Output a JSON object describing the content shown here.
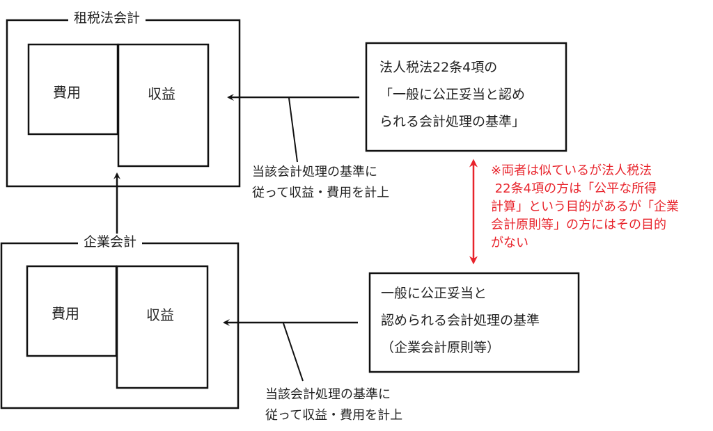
{
  "colors": {
    "line": "#111111",
    "text": "#222222",
    "note": "#e8232b",
    "background": "#ffffff"
  },
  "top_panel": {
    "title": "租税法会計",
    "expense_label": "費用",
    "revenue_label": "収益"
  },
  "bottom_panel": {
    "title": "企業会計",
    "expense_label": "費用",
    "revenue_label": "収益"
  },
  "tax_standard_box": {
    "lines": [
      "法人税法22条4項の",
      "「一般に公正妥当と認め",
      "られる会計処理の基準」"
    ]
  },
  "corporate_standard_box": {
    "lines": [
      "一般に公正妥当と",
      "認められる会計処理の基準",
      "（企業会計原則等）"
    ]
  },
  "top_caption": {
    "lines": [
      "当該会計処理の基準に",
      "従って収益・費用を計上"
    ]
  },
  "bottom_caption": {
    "lines": [
      "当該会計処理の基準に",
      "従って収益・費用を計上"
    ]
  },
  "note": {
    "lines": [
      "※両者は似ているが法人税法",
      " 22条4項の方は「公平な所得",
      "計算」という目的があるが「企業",
      "会計原則等」の方にはその目的",
      "がない"
    ]
  },
  "icons": {
    "top_arrow": "arrow-left-icon",
    "bottom_arrow": "arrow-left-icon",
    "middle_arrow": "arrow-up-icon",
    "comparison_arrow": "double-arrow-vertical-icon"
  }
}
